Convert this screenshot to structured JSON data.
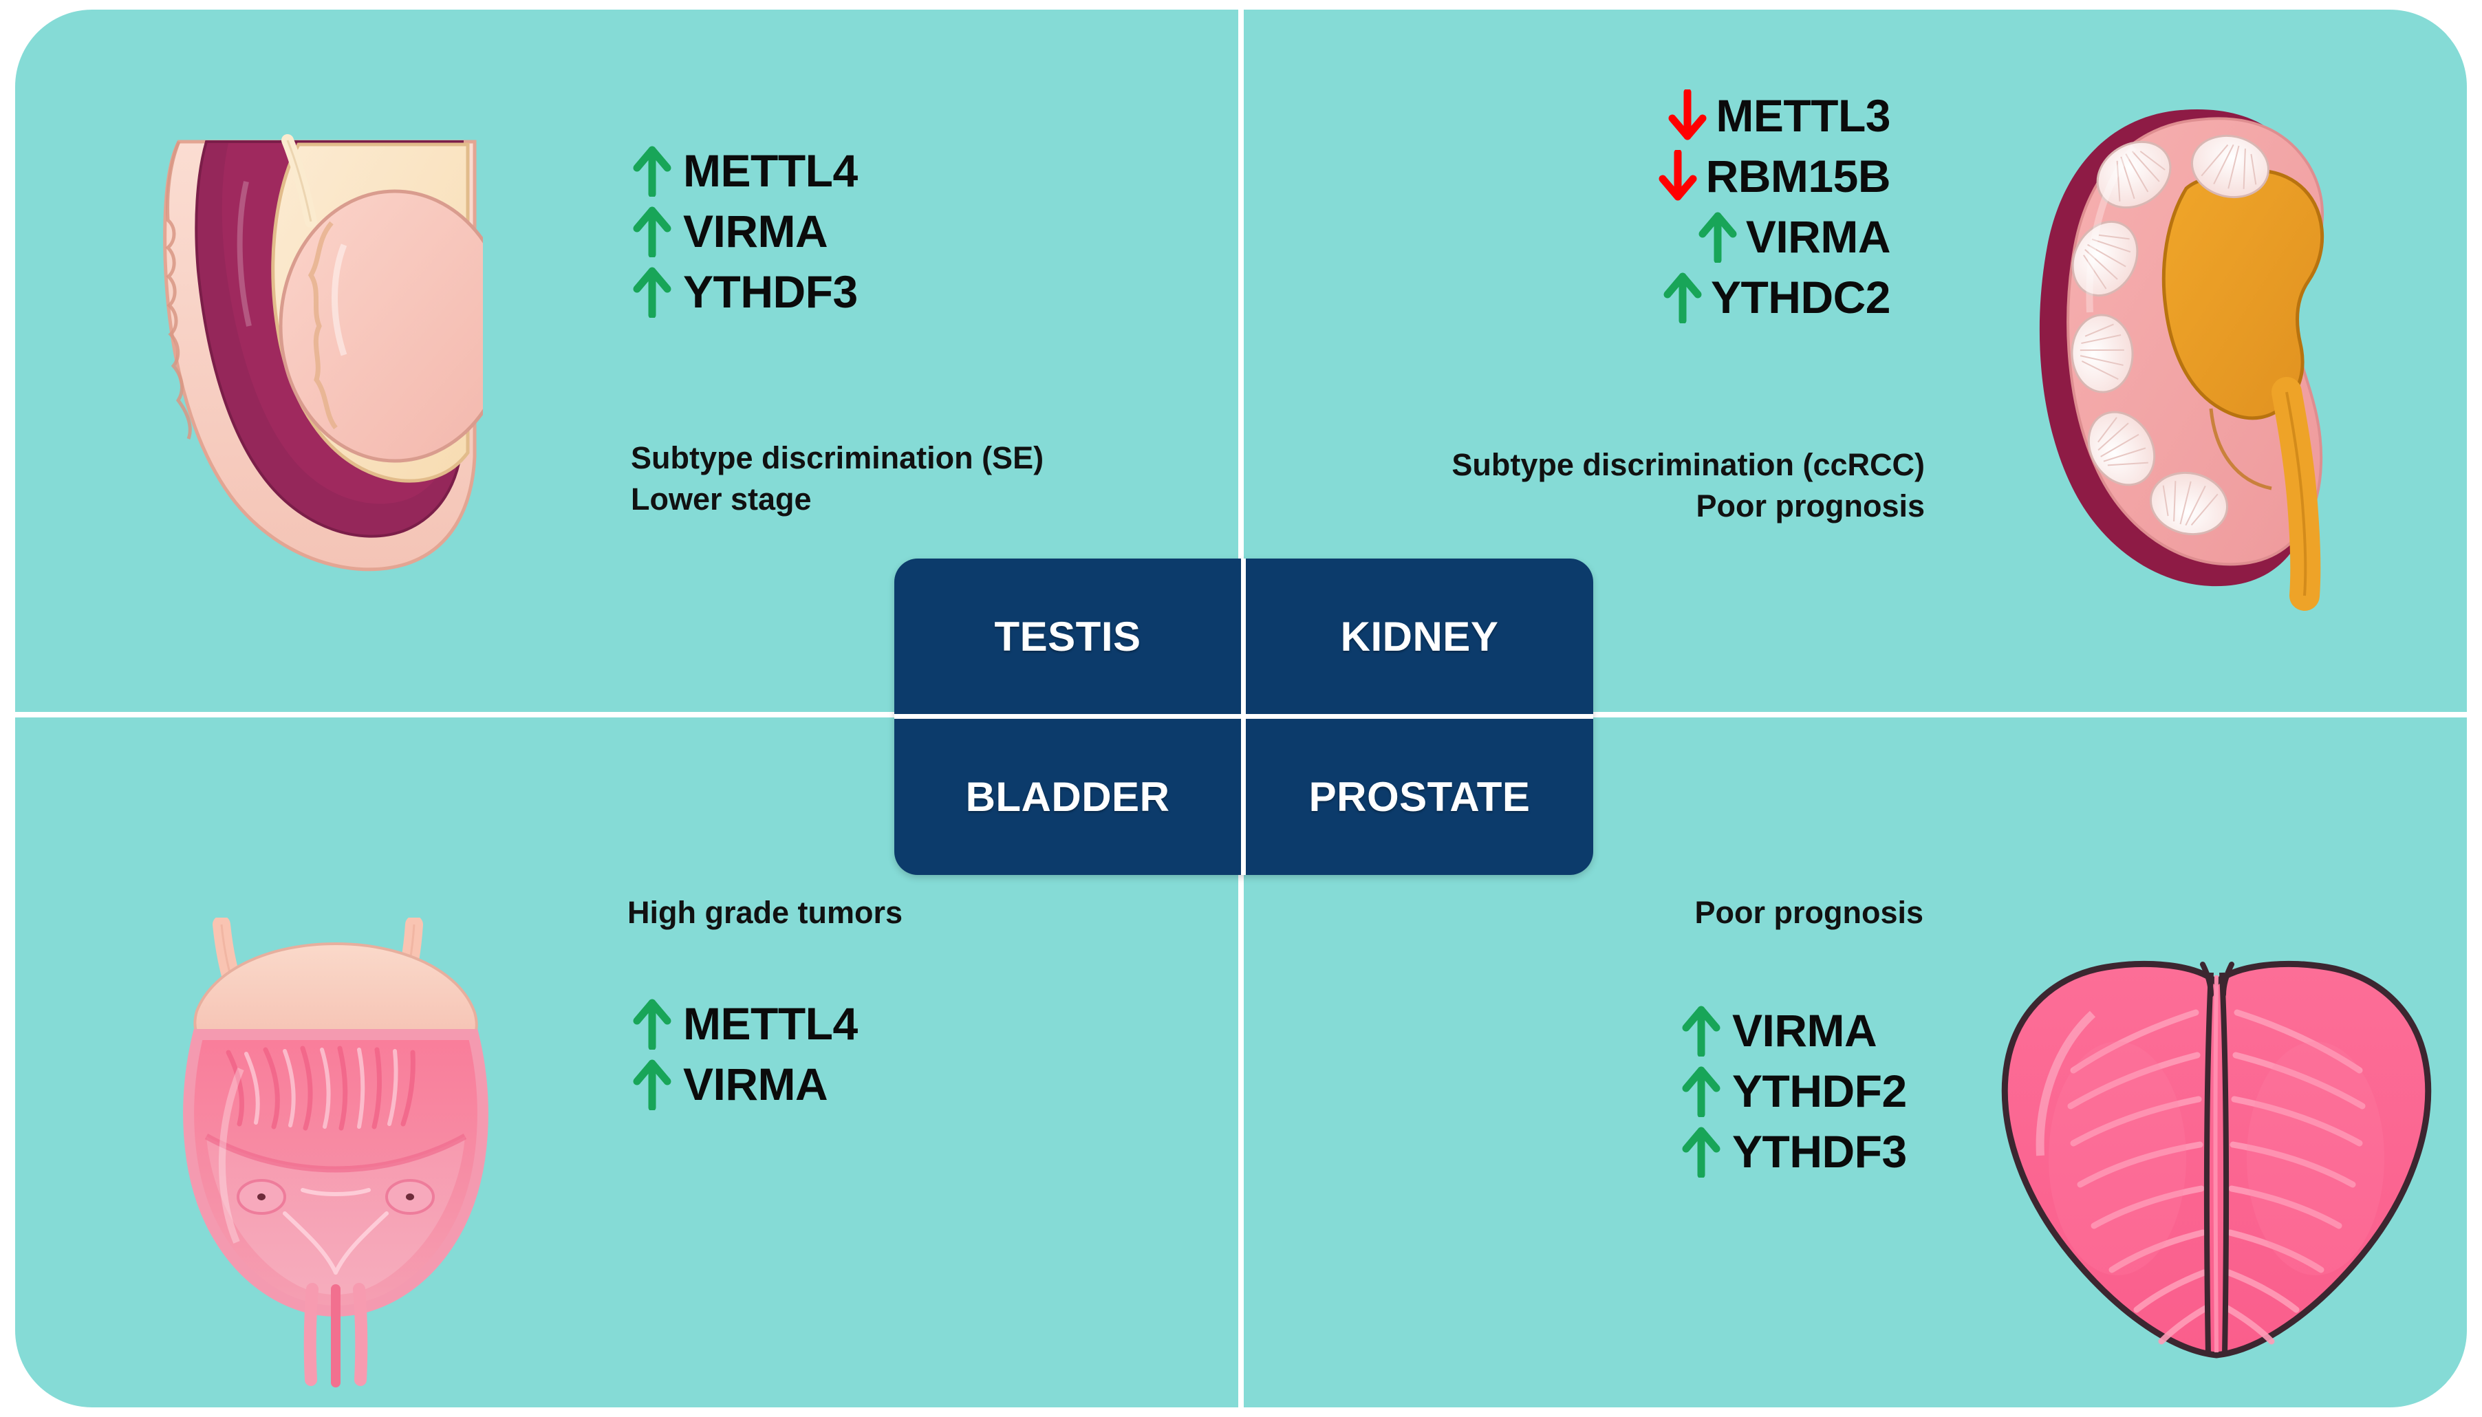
{
  "figure": {
    "background_color": "#85DBD6",
    "divider_color": "#ffffff",
    "up_arrow_color": "#18A558",
    "down_arrow_color": "#FF0000",
    "center_box_color": "#0C3B6B"
  },
  "center_box": {
    "quadrants": [
      {
        "id": "testis",
        "label": "TESTIS"
      },
      {
        "id": "kidney",
        "label": "KIDNEY"
      },
      {
        "id": "bladder",
        "label": "BLADDER"
      },
      {
        "id": "prostate",
        "label": "PROSTATE"
      }
    ]
  },
  "quadrants": {
    "testis": {
      "organ": "testis",
      "genes": [
        {
          "name": "METTL4",
          "direction": "up"
        },
        {
          "name": "VIRMA",
          "direction": "up"
        },
        {
          "name": "YTHDF3",
          "direction": "up"
        }
      ],
      "captions": [
        "Subtype discrimination (SE)",
        "Lower stage"
      ]
    },
    "kidney": {
      "organ": "kidney",
      "genes": [
        {
          "name": "METTL3",
          "direction": "down"
        },
        {
          "name": "RBM15B",
          "direction": "down"
        },
        {
          "name": "VIRMA",
          "direction": "up"
        },
        {
          "name": "YTHDC2",
          "direction": "up"
        }
      ],
      "captions": [
        "Subtype discrimination (ccRCC)",
        "Poor prognosis"
      ]
    },
    "bladder": {
      "organ": "bladder",
      "captions": [
        "High grade tumors"
      ],
      "genes": [
        {
          "name": "METTL4",
          "direction": "up"
        },
        {
          "name": "VIRMA",
          "direction": "up"
        }
      ]
    },
    "prostate": {
      "organ": "prostate",
      "captions": [
        "Poor prognosis"
      ],
      "genes": [
        {
          "name": "VIRMA",
          "direction": "up"
        },
        {
          "name": "YTHDF2",
          "direction": "up"
        },
        {
          "name": "YTHDF3",
          "direction": "up"
        }
      ]
    }
  }
}
